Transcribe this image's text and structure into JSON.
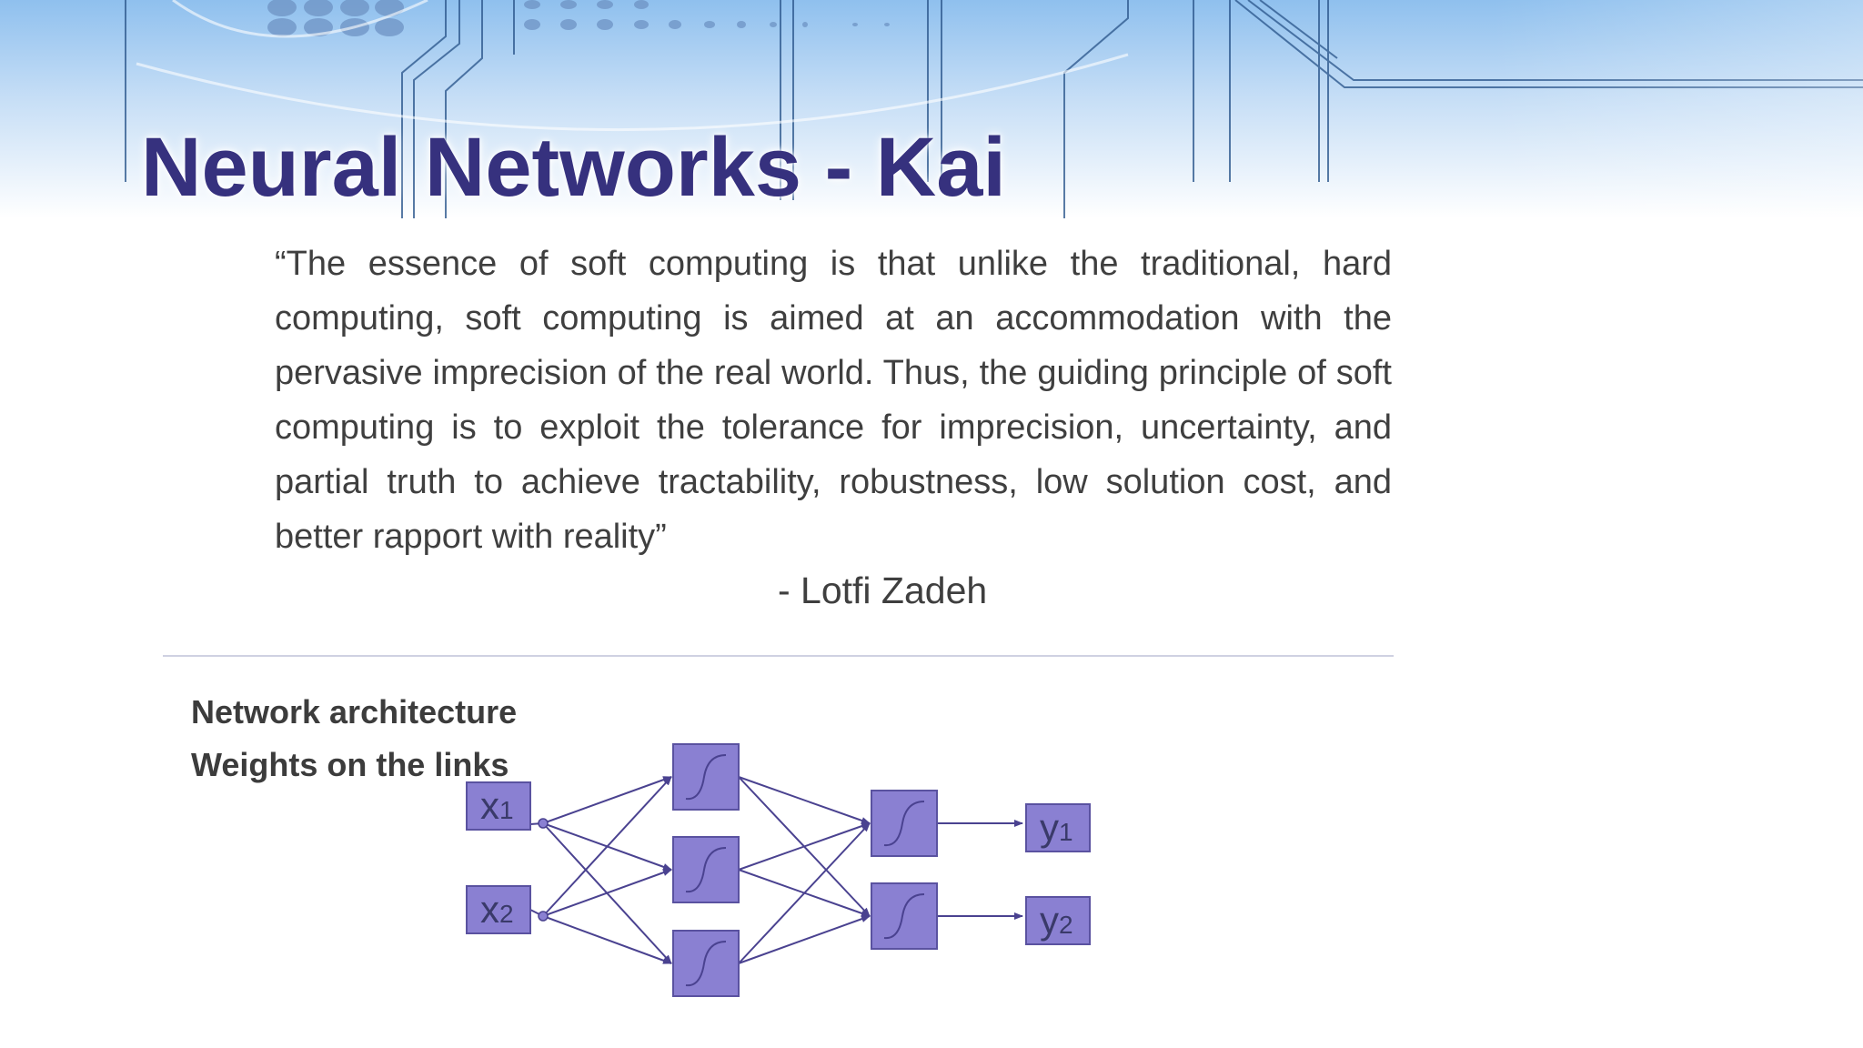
{
  "slide": {
    "title": "Neural Networks - Kai",
    "quote": "“The essence of soft computing is that unlike the traditional, hard computing, soft computing is aimed at an accommodation with the pervasive imprecision of the real world. Thus, the guiding principle of soft computing is to exploit the tolerance for imprecision, uncertainty, and partial truth to achieve tractability, robustness, low solution cost, and better rapport with reality”",
    "quote_author": "- Lotfi Zadeh",
    "points": [
      "Network architecture",
      "Weights on the links"
    ]
  },
  "network": {
    "inputs": [
      {
        "label": "x",
        "sub": "1"
      },
      {
        "label": "x",
        "sub": "2"
      }
    ],
    "hidden_layer_1_size": 3,
    "hidden_layer_2_size": 2,
    "outputs": [
      {
        "label": "y",
        "sub": "1"
      },
      {
        "label": "y",
        "sub": "2"
      }
    ],
    "node_color": "#8a80d2",
    "edge_color": "#4a4290",
    "title_color": "#36317e"
  }
}
